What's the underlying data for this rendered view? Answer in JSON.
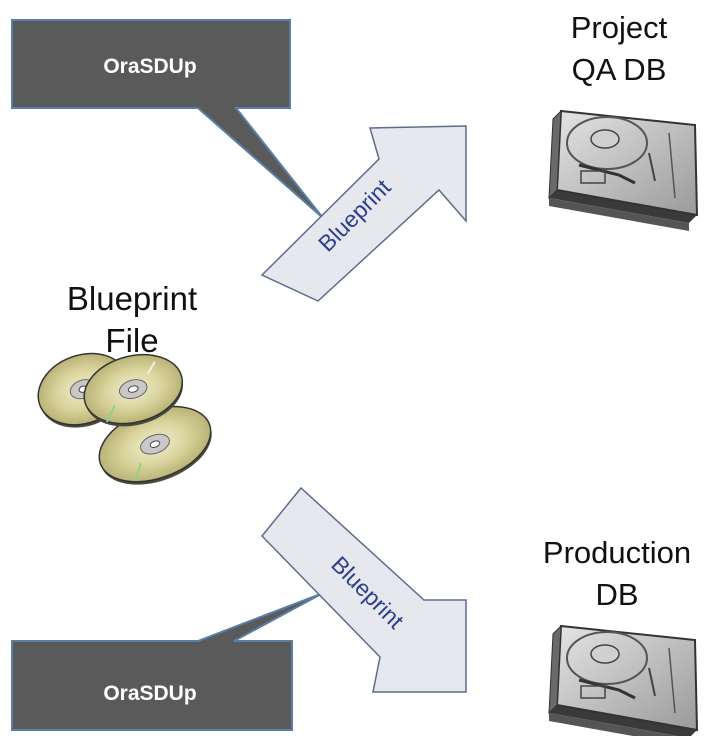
{
  "callouts": [
    {
      "label": "OraSDUp"
    },
    {
      "label": "OraSDUp"
    }
  ],
  "arrows": [
    {
      "label": "Blueprint"
    },
    {
      "label": "Blueprint"
    }
  ],
  "source": {
    "label_line1": "Blueprint",
    "label_line2": "File",
    "icon": "cd-disc-stack-icon"
  },
  "targets": [
    {
      "label_line1": "Project",
      "label_line2": "QA DB",
      "icon": "hard-drive-icon"
    },
    {
      "label_line1": "Production",
      "label_line2": "DB",
      "icon": "hard-drive-icon"
    }
  ],
  "colors": {
    "callout_fill": "#5a5a5a",
    "callout_border": "#5a7fa6",
    "arrow_fill": "#e6e8ee",
    "arrow_stroke": "#5e6b8f",
    "arrow_text": "#2f3f8f",
    "disc_gold": "#d8d29a"
  }
}
